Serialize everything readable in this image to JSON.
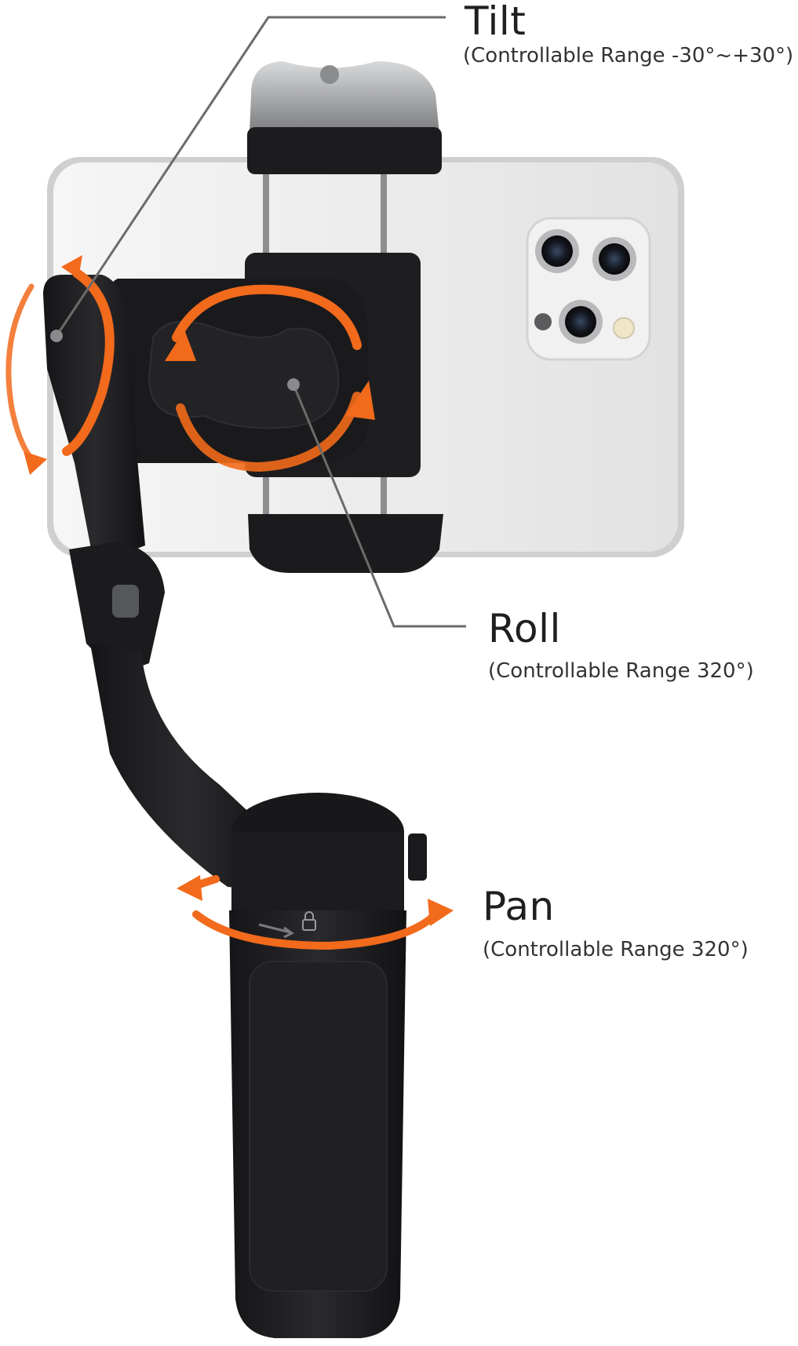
{
  "axes": [
    {
      "id": "tilt",
      "title": "Tilt",
      "range": "(Controllable Range -30°~+30°)"
    },
    {
      "id": "roll",
      "title": "Roll",
      "range": "(Controllable Range  320°)"
    },
    {
      "id": "pan",
      "title": "Pan",
      "range": "(Controllable Range  320°)"
    }
  ],
  "colors": {
    "arrow": "#f26a1b",
    "leader_line": "#6b6b6b",
    "gimbal_body": "#1c1c1e",
    "phone_body": "#e9e9ea",
    "clamp_cap": "#a7a9ab"
  }
}
